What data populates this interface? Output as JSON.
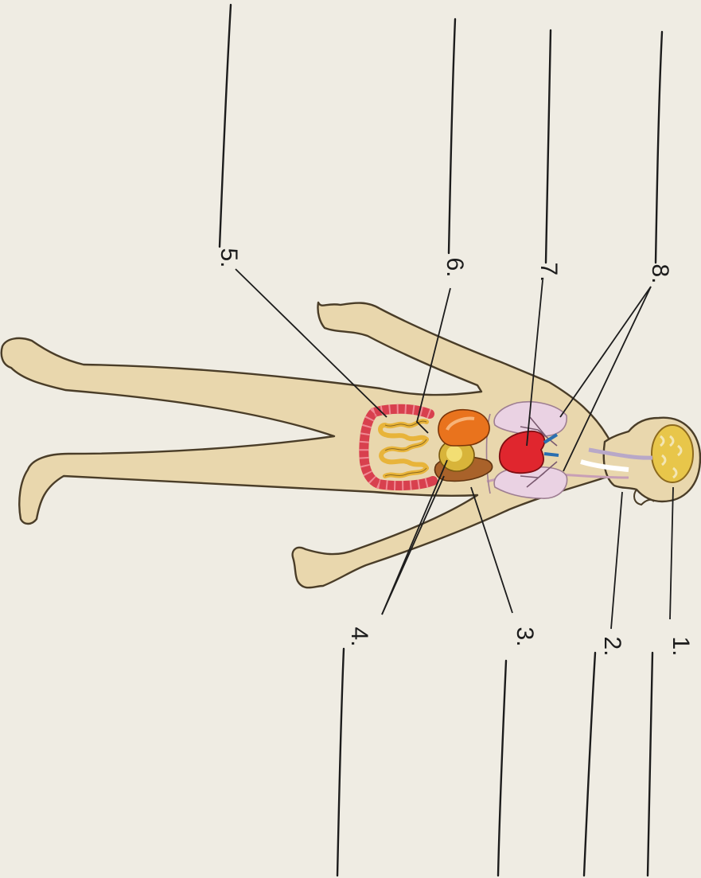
{
  "colors": {
    "paper": "#efece3",
    "skin": "#e9d7ad",
    "skin_outline": "#4a3d28",
    "brain": "#e8c64a",
    "lungs": "#ead2e3",
    "heart": "#e0262e",
    "liver": "#a9622a",
    "stomach": "#e9731d",
    "gallbladder": "#d8b43a",
    "large_intestine": "#d8404e",
    "small_intestine": "#e8b43a",
    "line": "#1c1c1c"
  },
  "labels": [
    {
      "text": "1."
    },
    {
      "text": "2."
    },
    {
      "text": "3."
    },
    {
      "text": "4."
    },
    {
      "text": "5."
    },
    {
      "text": "6."
    },
    {
      "text": "7."
    },
    {
      "text": "8."
    }
  ]
}
